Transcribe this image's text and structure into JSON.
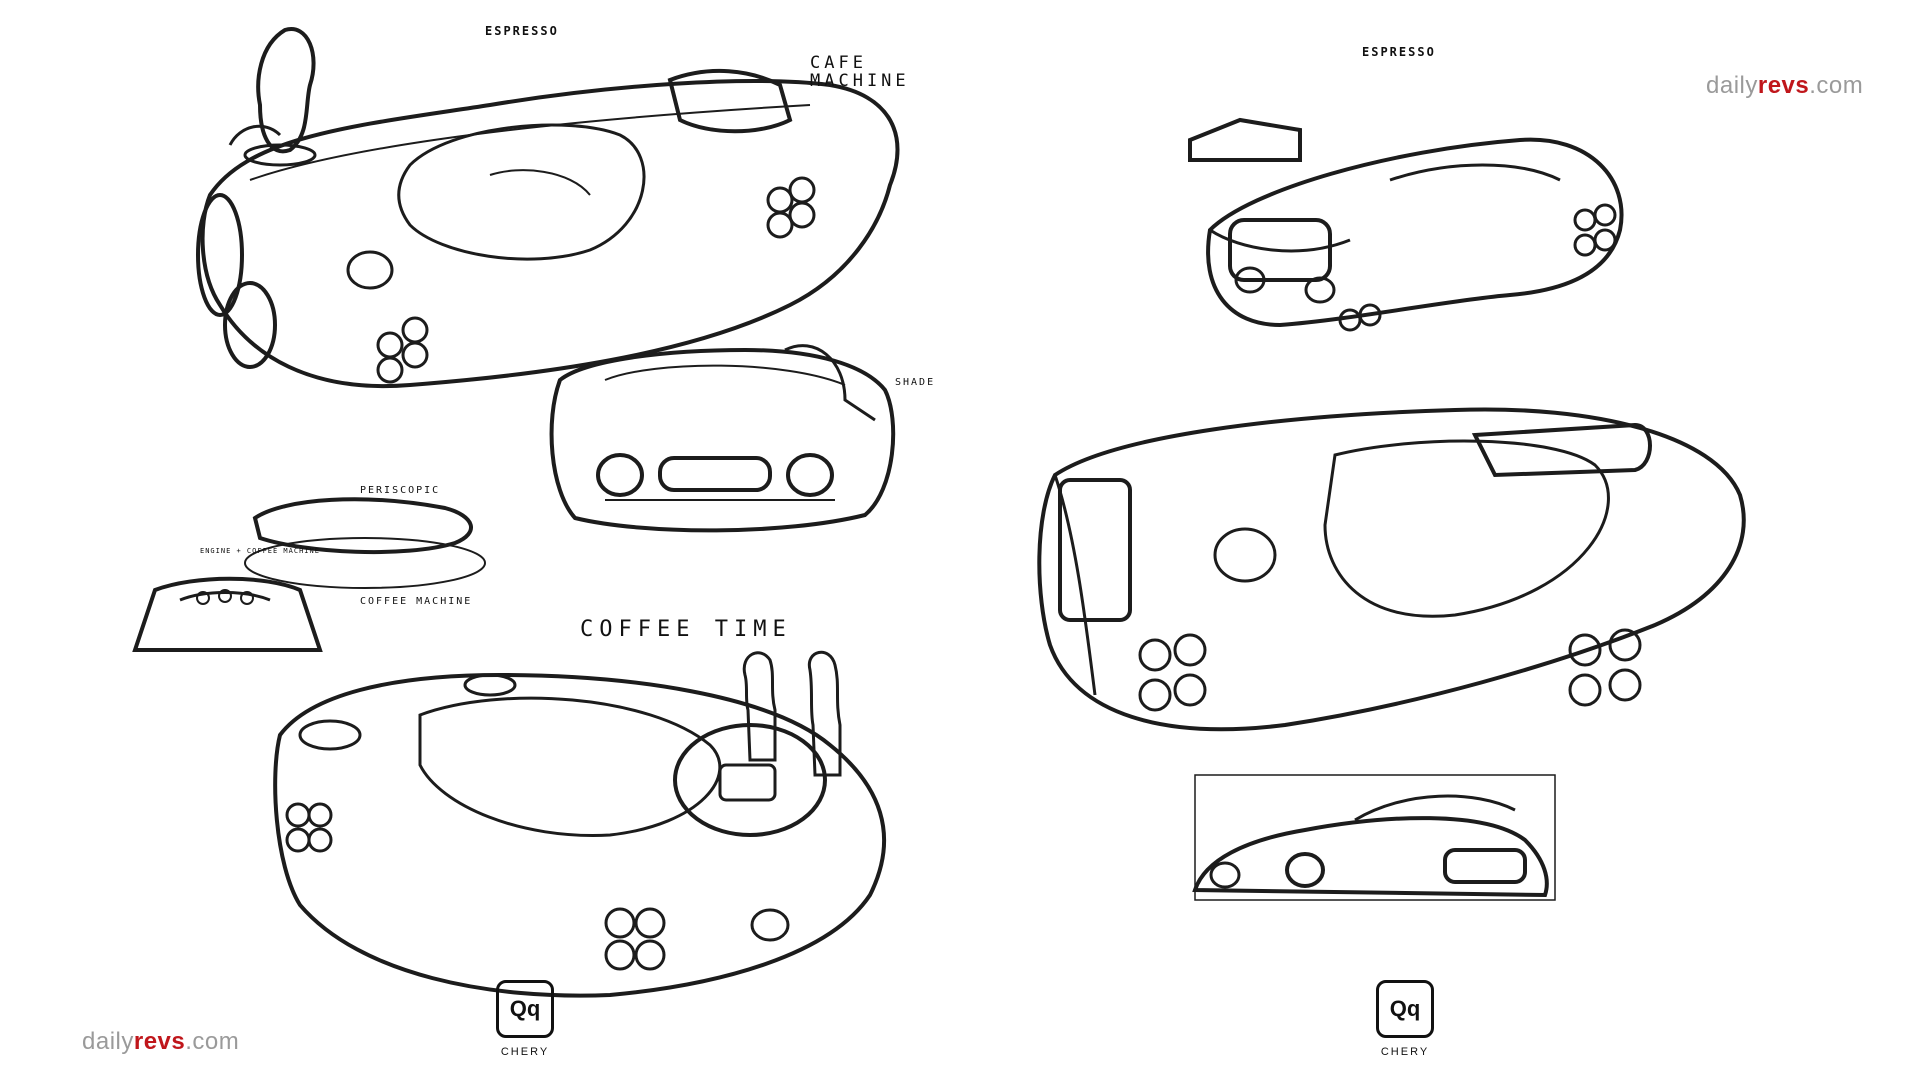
{
  "left_sheet": {
    "tag": "ESPRESSO",
    "annotations": {
      "cafe_machine": "CAFE MACHINE",
      "shade": "SHADE",
      "periscope": "PERISCOPIC",
      "engine_coffee": "ENGINE + COFFEE MACHINE",
      "coffee_machine": "COFFEE MACHINE",
      "coffee_time": "COFFEE TIME"
    },
    "brand": {
      "badge": "Qq",
      "name": "CHERY"
    },
    "watermark": {
      "prefix": "daily",
      "accent": "revs",
      "suffix": ".com"
    }
  },
  "right_sheet": {
    "tag": "ESPRESSO",
    "brand": {
      "badge": "Qq",
      "name": "CHERY"
    },
    "watermark": {
      "prefix": "daily",
      "accent": "revs",
      "suffix": ".com"
    }
  },
  "colors": {
    "watermark_gray": "#9a9a9a",
    "watermark_red": "#c0161b",
    "ink": "#1c1c1c"
  }
}
